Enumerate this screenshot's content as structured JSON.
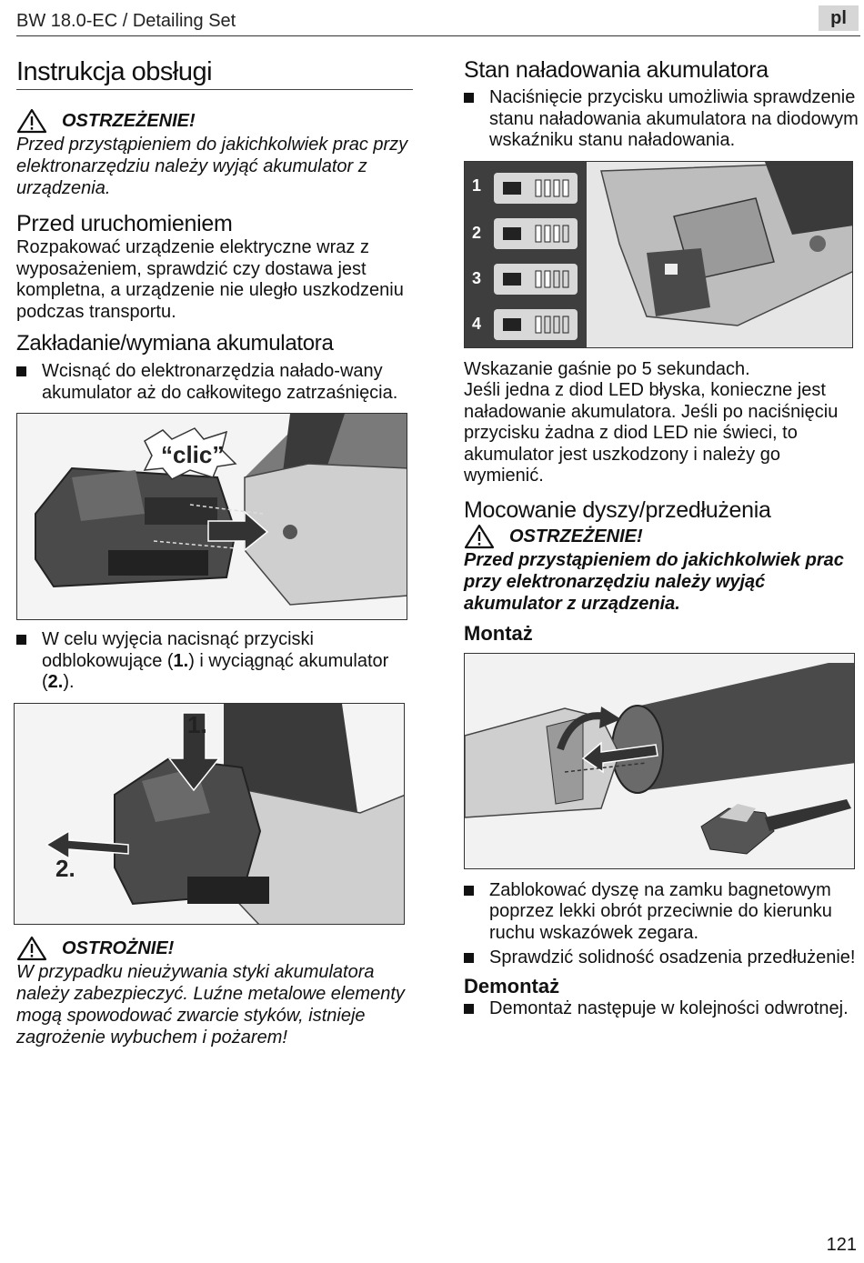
{
  "header": {
    "title": "BW 18.0-EC / Detailing Set",
    "lang": "pl"
  },
  "left": {
    "h1": "Instrukcja obsługi",
    "warn1": {
      "label": "OSTRZEŻENIE!",
      "text": "Przed przystąpieniem do jakichkolwiek prac przy elektronarzędziu należy wyjąć akumulator z urządzenia."
    },
    "s1": {
      "title": "Przed uruchomieniem",
      "text": "Rozpakować urządzenie elektryczne wraz z wyposażeniem, sprawdzić czy dostawa jest kompletna, a urządzenie nie uległo uszkodzeniu podczas transportu."
    },
    "s2": {
      "title": "Zakładanie/wymiana akumulatora",
      "b1": "Wcisnąć do elektronarzędzia nałado-wany akumulator aż do całkowitego zatrzaśnięcia.",
      "clic": "“clic”"
    },
    "b2": {
      "t1": "W celu wyjęcia nacisnąć przyciski odblokowujące (",
      "n1": "1.",
      "t2": ") i wyciągnąć akumulator (",
      "n2": "2.",
      "t3": ")."
    },
    "fig2": {
      "n1": "1.",
      "n2": "2."
    },
    "caution": {
      "label": "OSTROŻNIE!",
      "text": "W przypadku nieużywania styki akumulatora należy zabezpieczyć. Luźne metalowe elementy mogą spowodować zwarcie styków, istnieje zagrożenie wybuchem i pożarem!"
    }
  },
  "right": {
    "s1": {
      "title": "Stan naładowania akumulatora",
      "b1": "Naciśnięcie przycisku umożliwia sprawdzenie stanu naładowania akumulatora na diodowym wskaźniku stanu naładowania.",
      "levels": [
        "1",
        "2",
        "3",
        "4"
      ]
    },
    "p1": "Wskazanie gaśnie po 5 sekundach.",
    "p2": "Jeśli jedna z diod LED błyska, konieczne jest naładowanie akumulatora. Jeśli po naciśnięciu przycisku żadna z diod LED nie świeci, to akumulator jest uszkodzony i należy go wymienić.",
    "s2": {
      "title": "Mocowanie dyszy/przedłużenia"
    },
    "warn2": {
      "label": "OSTRZEŻENIE!",
      "text": "Przed przystąpieniem do jakichkolwiek prac przy elektronarzędziu należy wyjąć akumulator z urządzenia."
    },
    "montaz": {
      "title": "Montaż",
      "b1": "Zablokować dyszę na zamku bagnetowym poprzez lekki obrót przeciwnie do kierunku ruchu wskazówek zegara.",
      "b2": "Sprawdzić solidność osadzenia przedłużenie!"
    },
    "demontaz": {
      "title": "Demontaż",
      "b1": "Demontaż następuje w kolejności odwrotnej."
    }
  },
  "page_number": "121"
}
